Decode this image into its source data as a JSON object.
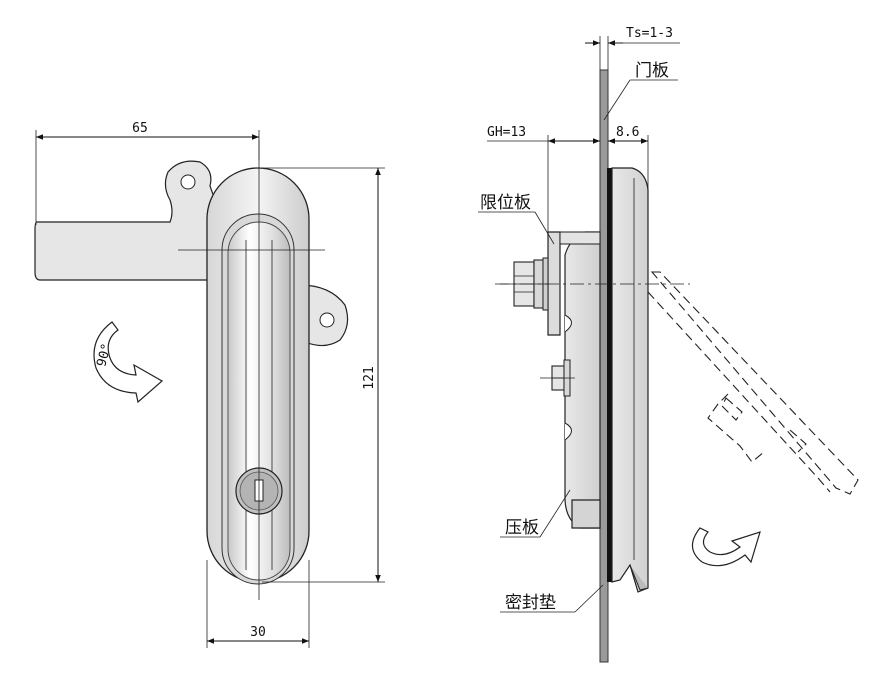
{
  "dimensions": {
    "width_65": "65",
    "height_121": "121",
    "width_30": "30",
    "ts": "Ts=1-3",
    "gh": "GH=13",
    "depth": "8.6",
    "rotation": "90°"
  },
  "labels": {
    "door_panel": "门板",
    "limit_plate": "限位板",
    "pressure_plate": "压板",
    "seal_gasket": "密封垫"
  },
  "colors": {
    "body_fill": "#e4e4e4",
    "body_shade": "#cfcfcf",
    "door_panel": "#9a9a9a",
    "gasket": "#111111",
    "line": "#222222"
  },
  "icons": {
    "rotation_arrow_front": "curved-arrow-rotate-90-icon",
    "rotation_arrow_side": "curved-arrow-rotate-icon",
    "key_cylinder": "keyhole-icon"
  }
}
